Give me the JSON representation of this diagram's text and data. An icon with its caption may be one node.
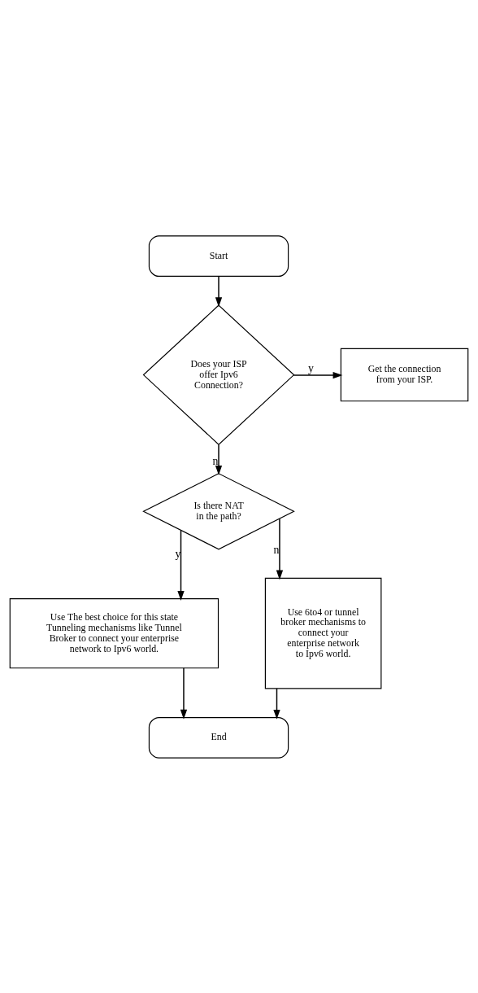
{
  "diagram": {
    "nodes": [
      {
        "text": [
          "Start"
        ]
      },
      {
        "text": [
          "Does your ISP offer Ipv6 Connection?"
        ]
      },
      {
        "text": [
          "Get the connection from your ISP."
        ]
      },
      {
        "text": [
          "Is there NAT in the path?"
        ]
      },
      {
        "text": [
          "Use The best choice for this state Tunneling mechanisms like Tunnel Broker to connect your enterprise network to Ipv6 world."
        ]
      },
      {
        "text": [
          "Use 6to4 or tunnel broker mechanisms to connect your enterprise network to Ipv6 world."
        ]
      },
      {
        "text": [
          "End"
        ]
      }
    ],
    "edges": [
      {
        "from": 0,
        "to": 1,
        "arrow": "to"
      },
      {
        "from": 1,
        "to": 2,
        "arrow": "to",
        "label": "y"
      },
      {
        "from": 1,
        "to": 3,
        "arrow": "to",
        "label": "n"
      },
      {
        "from": 3,
        "to": 4,
        "arrow": "to",
        "label": "y"
      },
      {
        "from": 3,
        "to": 5,
        "arrow": "to",
        "label": "n"
      },
      {
        "from": 4,
        "to": 6,
        "arrow": "to"
      },
      {
        "from": 5,
        "to": 6,
        "arrow": "to"
      }
    ]
  }
}
